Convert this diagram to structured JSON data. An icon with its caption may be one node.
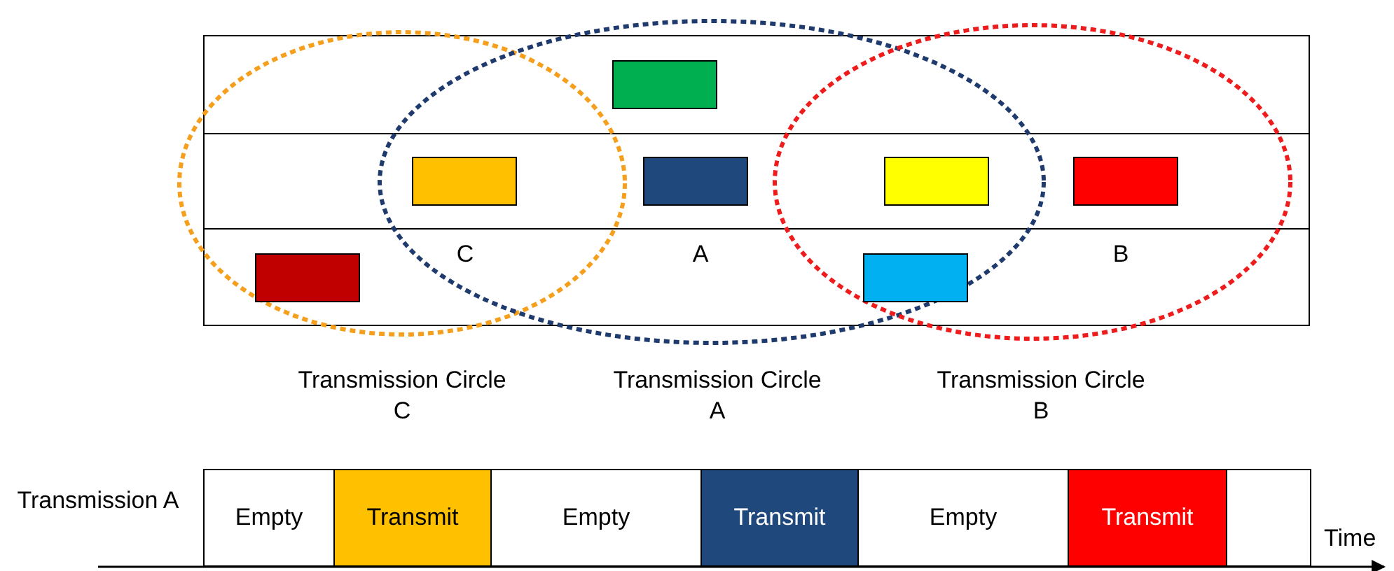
{
  "diagram": {
    "nodes": [
      {
        "text": [],
        "shape": "circle",
        "beside": [
          "Transmission Circle C"
        ]
      },
      {
        "text": [],
        "shape": "circle",
        "beside": [
          "Transmission Circle A"
        ]
      },
      {
        "text": [],
        "shape": "circle",
        "beside": [
          "Transmission Circle B"
        ]
      },
      {
        "text": [],
        "shape": "box",
        "in": 1
      },
      {
        "text": [],
        "shape": "box"
      },
      {
        "text": [],
        "shape": "box",
        "in": 1
      },
      {
        "text": [],
        "shape": "box"
      },
      {
        "text": [],
        "shape": "box",
        "in": 2
      },
      {
        "text": [],
        "shape": "box",
        "in": 0
      },
      {
        "text": [],
        "shape": "box"
      },
      {
        "text": [
          "Empty"
        ]
      },
      {
        "text": [
          "Transmit"
        ]
      },
      {
        "text": [
          "Empty"
        ]
      },
      {
        "text": [
          "Transmit"
        ]
      },
      {
        "text": [
          "Empty"
        ]
      },
      {
        "text": [
          "Transmit"
        ]
      },
      {
        "text": [],
        "shape": "box"
      }
    ],
    "labels": [
      "C",
      "A",
      "B",
      "Transmission A",
      "Time"
    ]
  }
}
